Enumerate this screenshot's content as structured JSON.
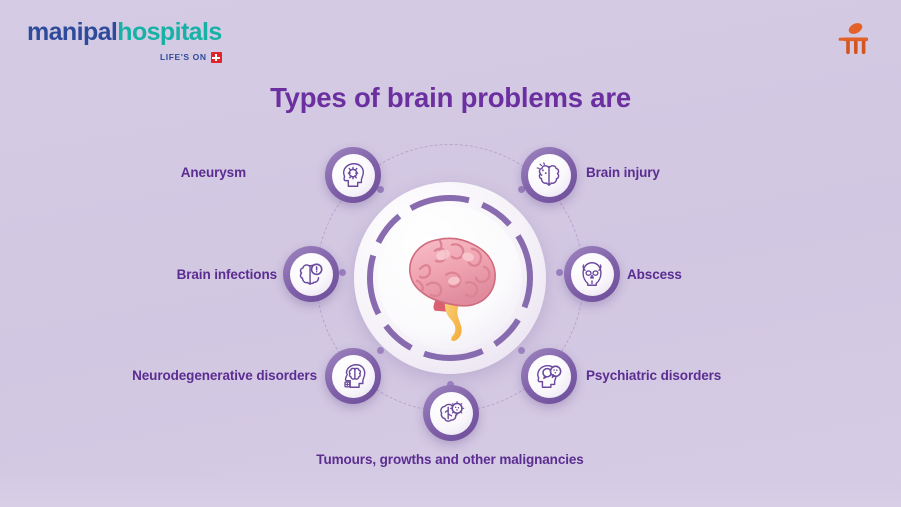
{
  "brand": {
    "logo_primary": "manipal",
    "logo_secondary": "hospitals",
    "tagline": "LIFE'S ON",
    "cross_icon": "red-cross-icon",
    "mark_icon": "orange-brand-mark-icon",
    "color_primary": "#2e4b9b",
    "color_secondary": "#17b2a6",
    "color_cross": "#e0242c",
    "color_mark": "#e2622a"
  },
  "header": {
    "title": "Types of brain problems are",
    "title_color": "#6b2fa0"
  },
  "center": {
    "illustration": "human-brain-illustration",
    "brain_color": "#f0a8b4",
    "brainstem_color": "#f5c045",
    "ring_color": "#7e5fa8"
  },
  "theme": {
    "background": "#d2c7e2",
    "badge_color": "#7e5fa8",
    "label_color": "#5b2d91",
    "connector_color": "#9b82bf"
  },
  "nodes": [
    {
      "id": "aneurysm",
      "label": "Aneurysm",
      "icon": "head-aneurysm-icon"
    },
    {
      "id": "injury",
      "label": "Brain injury",
      "icon": "brain-injury-icon"
    },
    {
      "id": "infections",
      "label": "Brain infections",
      "icon": "brain-infection-alert-icon"
    },
    {
      "id": "abscess",
      "label": "Abscess",
      "icon": "skull-face-abscess-icon"
    },
    {
      "id": "neuro",
      "label": "Neurodegenerative disorders",
      "icon": "head-brain-decline-icon"
    },
    {
      "id": "psych",
      "label": "Psychiatric disorders",
      "icon": "head-speech-bubbles-icon"
    },
    {
      "id": "tumours",
      "label": "Tumours, growths and other malignancies",
      "icon": "brain-tumour-cell-icon"
    }
  ]
}
